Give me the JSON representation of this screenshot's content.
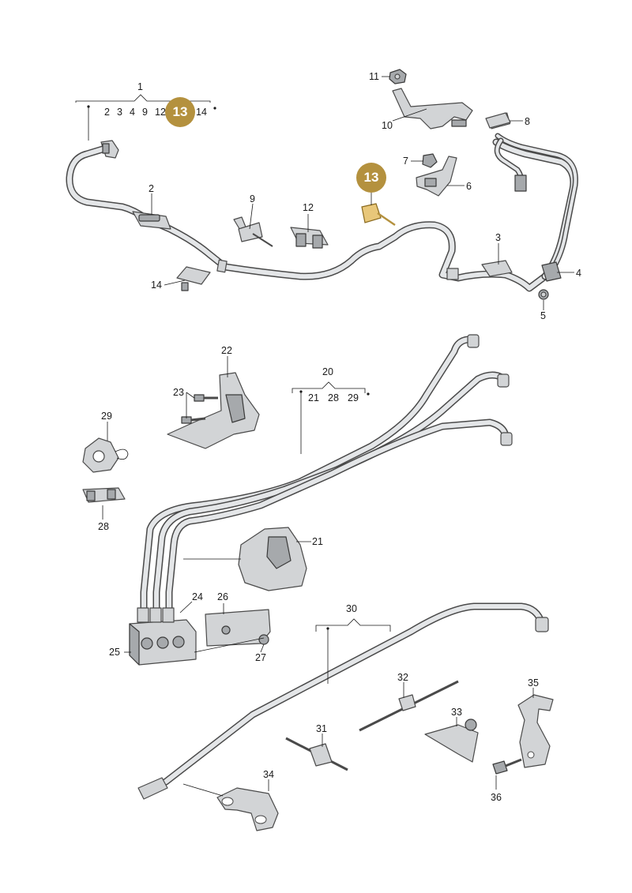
{
  "diagram": {
    "highlight_color": "#b4913e",
    "part_fill": "#d2d4d6",
    "part_stroke": "#4a4a4a",
    "badges": {
      "top_group": "13",
      "part_13": "13"
    },
    "labels": {
      "p1": "1",
      "g1_sub": [
        "2",
        "3",
        "4",
        "9",
        "12",
        "14"
      ],
      "p2": "2",
      "p3": "3",
      "p4": "4",
      "p5": "5",
      "p6": "6",
      "p7": "7",
      "p8": "8",
      "p9": "9",
      "p10": "10",
      "p11": "11",
      "p12": "12",
      "p14": "14",
      "p20": "20",
      "g20_sub": [
        "21",
        "28",
        "29"
      ],
      "p21": "21",
      "p22": "22",
      "p23": "23",
      "p24": "24",
      "p25": "25",
      "p26": "26",
      "p27": "27",
      "p28": "28",
      "p29": "29",
      "p30": "30",
      "p31": "31",
      "p32": "32",
      "p33": "33",
      "p34": "34",
      "p35": "35",
      "p36": "36"
    }
  }
}
